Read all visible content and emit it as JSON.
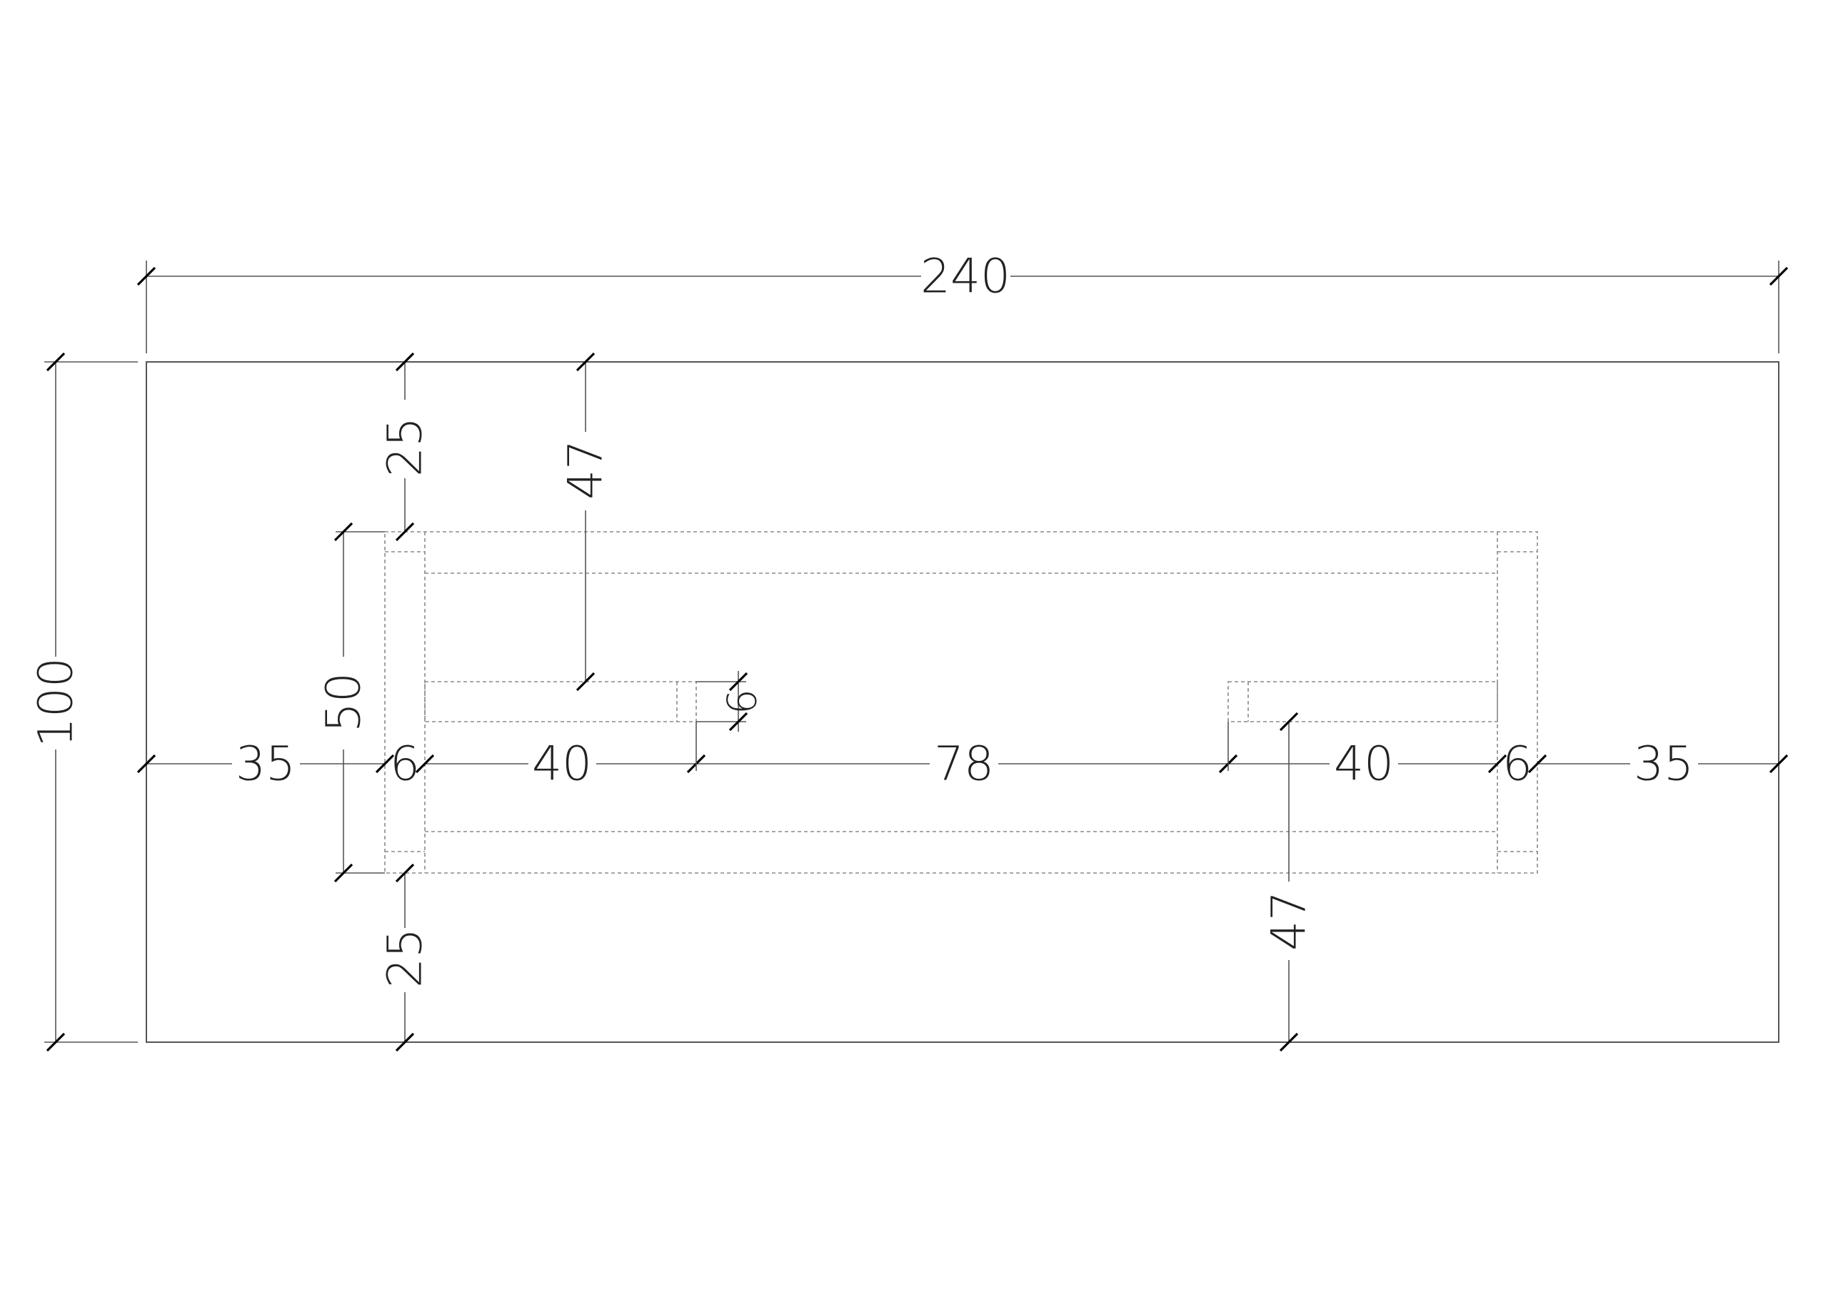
{
  "dimensions": {
    "overall_width": "240",
    "overall_height": "100",
    "left_margin": "35",
    "right_margin": "35",
    "left_post": "6",
    "right_post": "6",
    "left_arm": "40",
    "right_arm": "40",
    "center_gap": "78",
    "frame_height": "50",
    "top_offset": "25",
    "bottom_offset": "25",
    "left_arm_depth": "47",
    "right_arm_depth": "47",
    "arm_thickness": "6"
  }
}
